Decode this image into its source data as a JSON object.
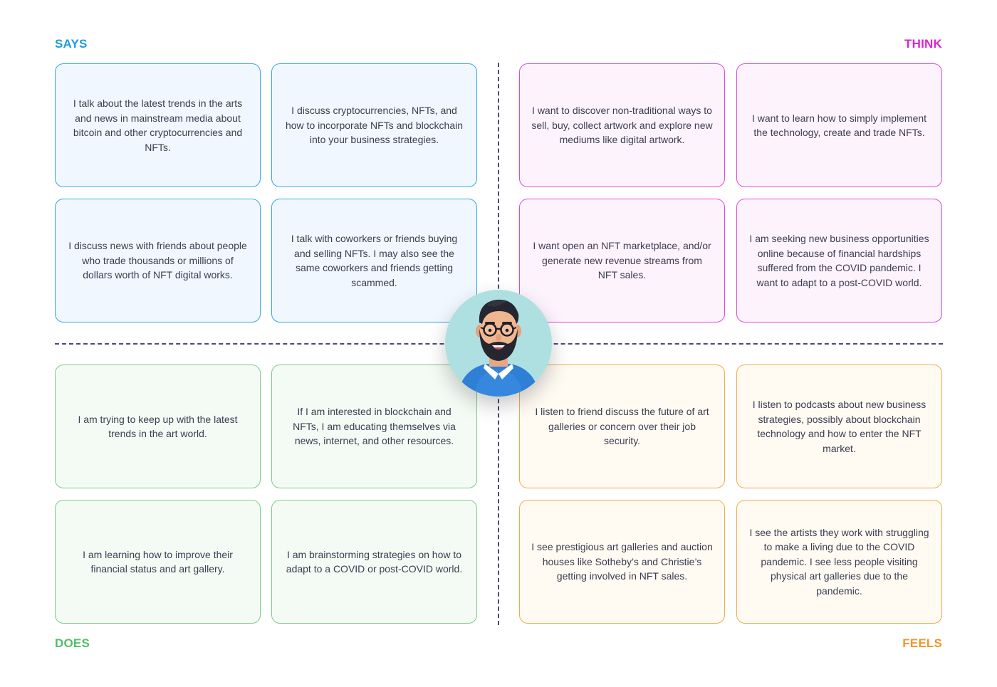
{
  "labels": {
    "says": "SAYS",
    "think": "THINK",
    "does": "DOES",
    "feels": "FEELS"
  },
  "colors": {
    "says": "#1b9ce6",
    "think": "#e020d6",
    "does": "#52be6a",
    "feels": "#f2962a",
    "divider": "#4d4a78"
  },
  "says": [
    "I talk about the latest trends in the arts and news in mainstream media about bitcoin and other cryptocurrencies and NFTs.",
    "I discuss cryptocurrencies, NFTs, and how to incorporate NFTs and blockchain into your business strategies.",
    "I discuss news with friends about people who trade thousands or millions of dollars worth of NFT digital works.",
    "I talk with coworkers or friends buying and selling NFTs. I may also see the same coworkers and friends getting scammed."
  ],
  "think": [
    "I want to discover non-traditional ways to sell, buy, collect artwork and explore new mediums like digital artwork.",
    "I want to learn how to simply implement the technology, create and trade NFTs.",
    "I want open an NFT marketplace, and/or generate new revenue streams from NFT sales.",
    "I am seeking new business opportunities online because of financial hardships suffered from the COVID pandemic. I want to adapt to a post-COVID world."
  ],
  "does": [
    "I am trying to keep up with the latest trends in the art world.",
    "If I am interested in blockchain and NFTs, I am educating themselves via news, internet, and other resources.",
    "I am learning how to improve their financial status and art gallery.",
    "I am brainstorming strategies on how to adapt to a COVID or post-COVID world."
  ],
  "feels": [
    "I listen to friend discuss the future of art galleries or concern over their job security.",
    "I listen to podcasts about new business strategies, possibly about blockchain technology and how to enter the NFT market.",
    "I see prestigious art galleries and auction houses like Sotheby’s and Christie’s getting involved in NFT sales.",
    "I see the artists they work with struggling to make a living due to the COVID pandemic. I see less people visiting physical art galleries due to the pandemic."
  ],
  "avatar": {
    "icon": "bearded-man-avatar-icon"
  }
}
